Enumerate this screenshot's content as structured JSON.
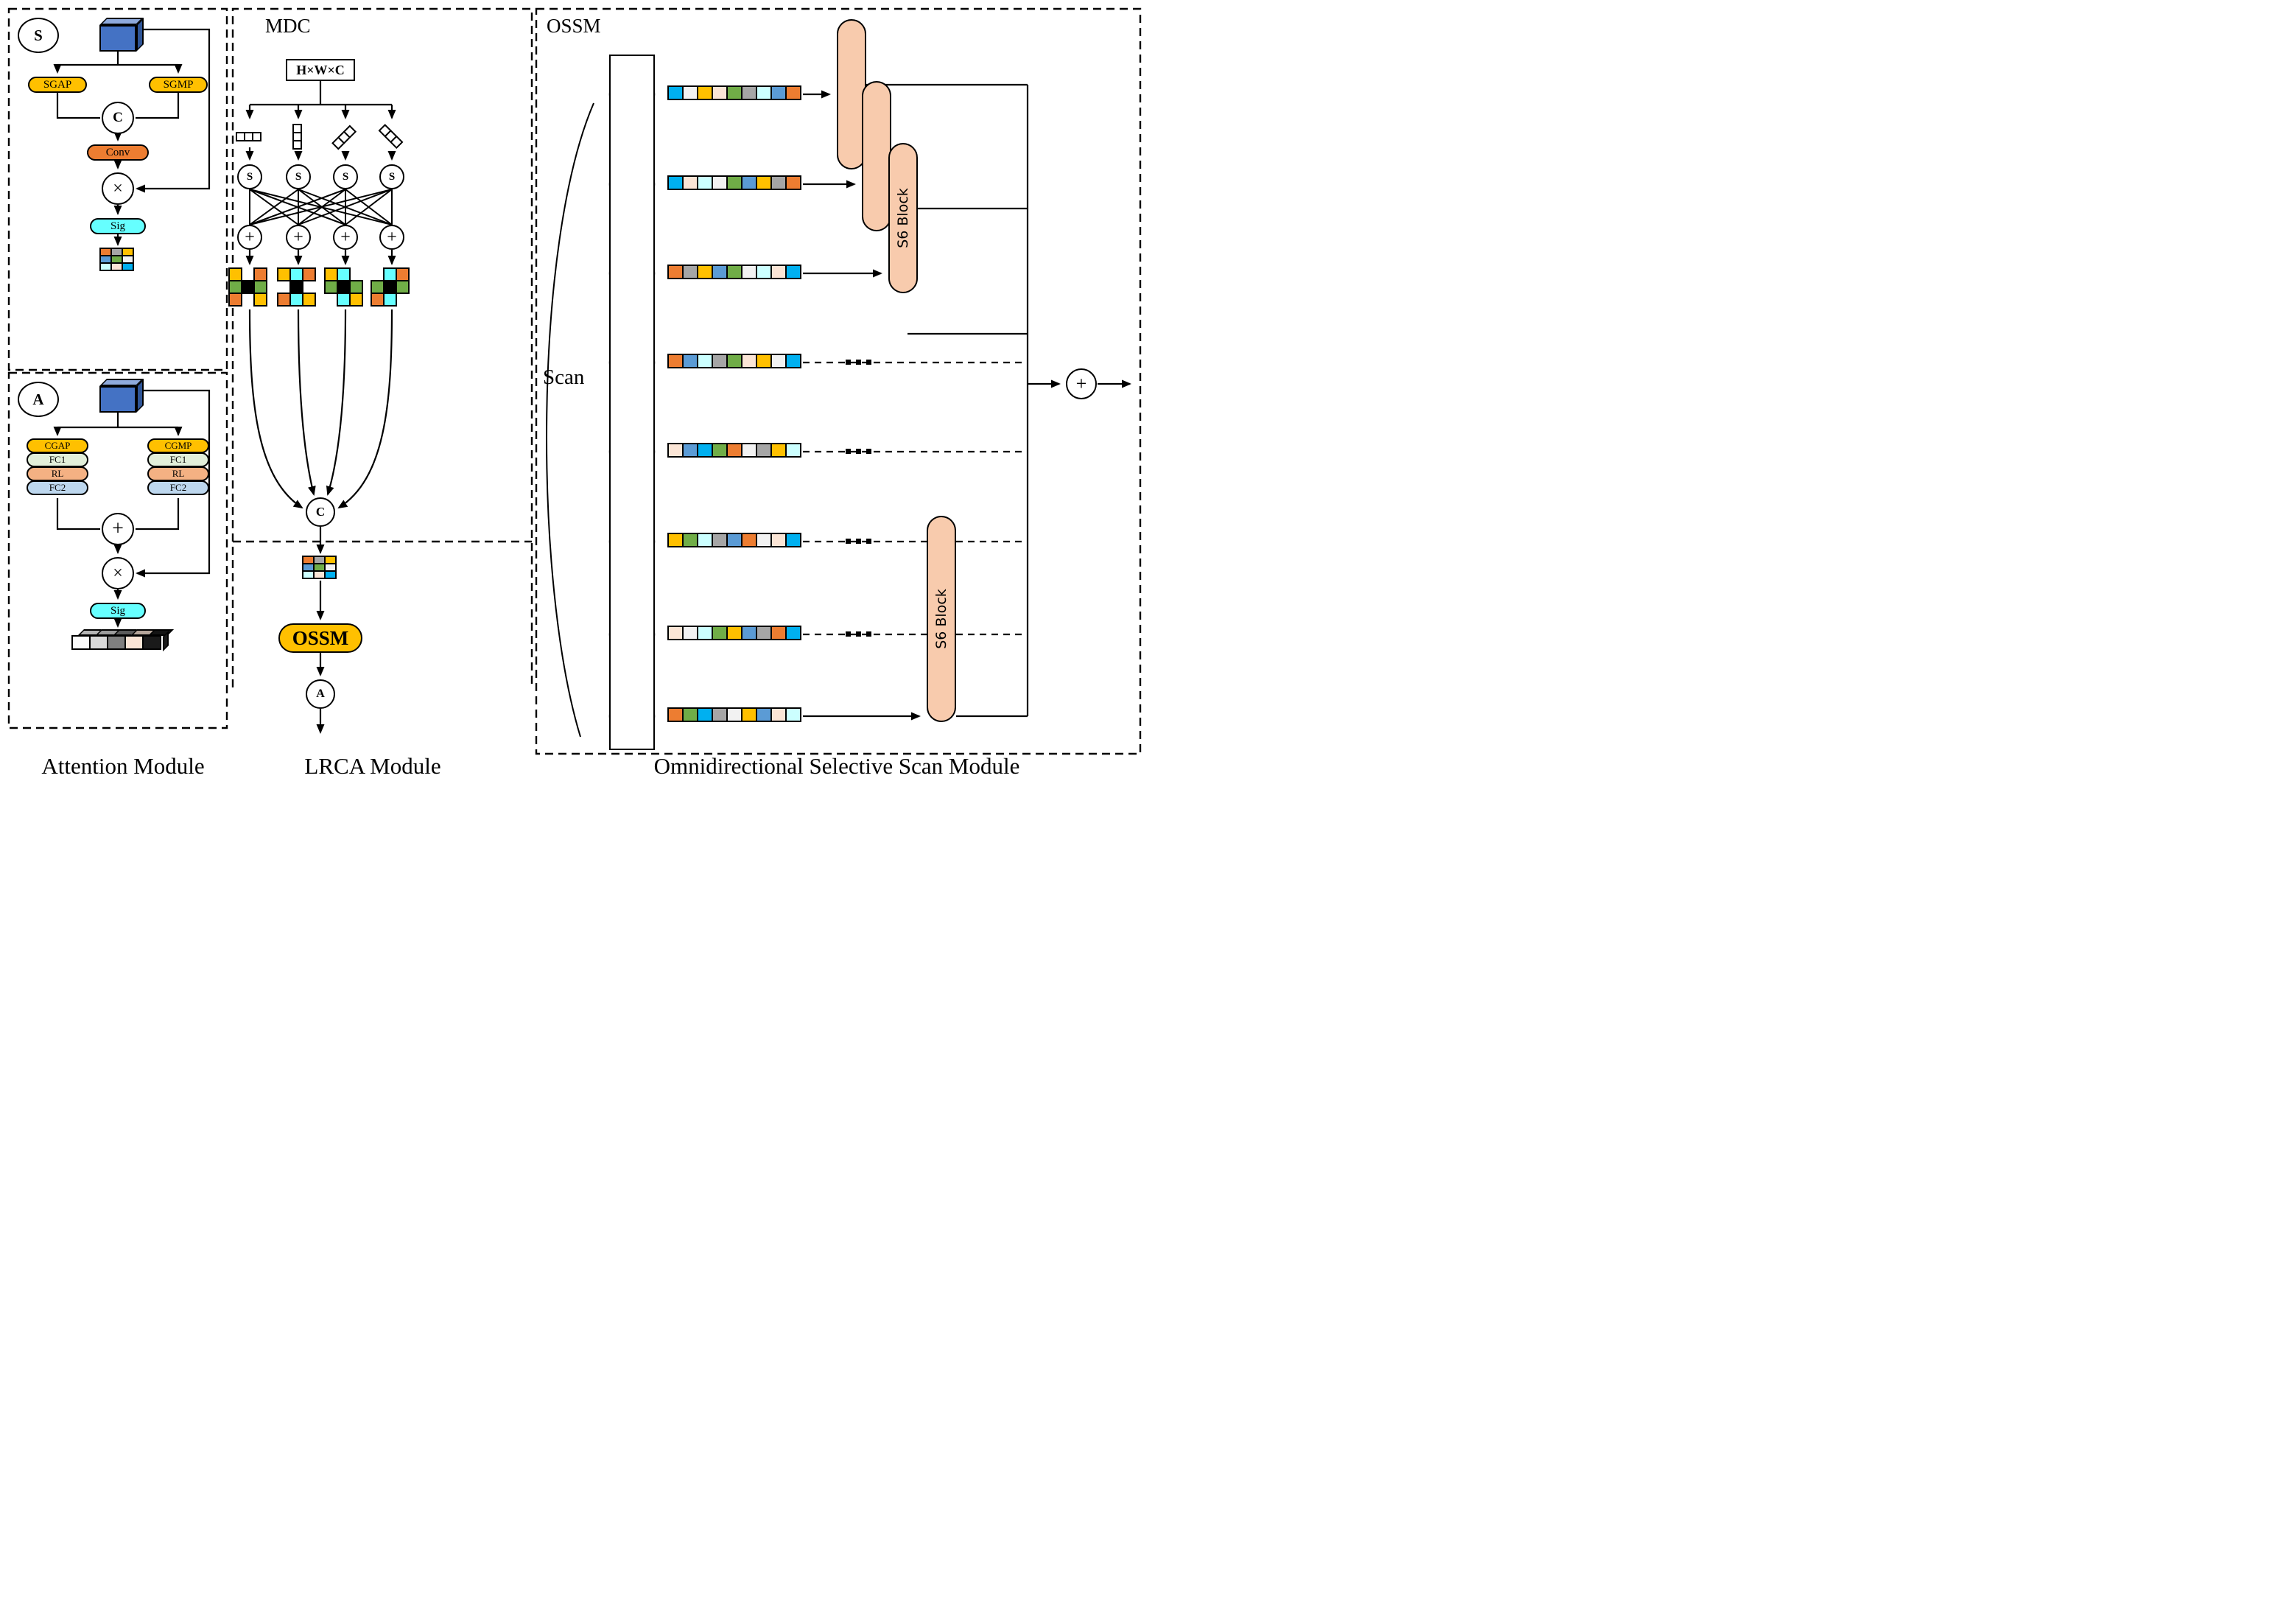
{
  "palette": {
    "orange": "#ED7D31",
    "amber": "#FFC000",
    "green": "#70AD47",
    "gray": "#A6A6A6",
    "mblue": "#5B9BD5",
    "bblue": "#00B0F0",
    "lcyan": "#CCFFFF",
    "cream": "#FBE5D6",
    "white": "#F2F2F2",
    "cellwhite": "#FFFFFF",
    "black": "#000000",
    "cyan": "#66FFFF",
    "lgreen": "#E2EFDA",
    "salmon": "#F4B183",
    "lblue": "#BDD7EE",
    "peach": "#F8CBAD",
    "cubefront": "#4472C4",
    "cubetop": "#8FAADC",
    "cubeside": "#2F5597",
    "nearwhite": "#FCFCFC",
    "lightgray": "#D9D9D9",
    "midgray": "#7F7F7F",
    "dark": "#1A1A1A"
  },
  "captions": {
    "attention": "Attention Module",
    "lrca": "LRCA Module",
    "ossm": "Omnidirectional Selective Scan Module"
  },
  "attention_s": {
    "tag": "S",
    "pool_left": "SGAP",
    "pool_right": "SGMP",
    "concat": "C",
    "conv": "Conv",
    "mult": "×",
    "sig": "Sig",
    "grid": [
      "orange",
      "gray",
      "amber",
      "mblue",
      "green",
      "white",
      "lcyan",
      "cream",
      "bblue"
    ]
  },
  "attention_a": {
    "tag": "A",
    "add": "+",
    "mult": "×",
    "sig": "Sig",
    "stack_left": [
      "CGAP",
      "FC1",
      "RL",
      "FC2"
    ],
    "stack_right": [
      "CGMP",
      "FC1",
      "RL",
      "FC2"
    ],
    "bar": [
      "nearwhite",
      "lightgray",
      "midgray",
      "cream",
      "dark"
    ]
  },
  "mdc": {
    "label": "MDC",
    "input_dims": "H×W×C",
    "split": "S",
    "add": "+",
    "strip": [
      "cellwhite",
      "cellwhite",
      "cellwhite"
    ],
    "kernels": [
      [
        "amber",
        null,
        "orange",
        "green",
        "black",
        "green",
        "orange",
        null,
        "amber"
      ],
      [
        "amber",
        "cyan",
        "orange",
        null,
        "black",
        null,
        "orange",
        "cyan",
        "amber"
      ],
      [
        "amber",
        "cyan",
        null,
        "green",
        "black",
        "green",
        null,
        "cyan",
        "amber"
      ],
      [
        null,
        "cyan",
        "orange",
        "green",
        "black",
        "green",
        "orange",
        "cyan",
        null
      ]
    ],
    "concat": "C"
  },
  "lrca": {
    "grid": [
      "orange",
      "gray",
      "amber",
      "mblue",
      "green",
      "white",
      "lcyan",
      "cream",
      "bblue"
    ],
    "ossm_pill": "OSSM",
    "attn_tag": "A"
  },
  "ossm": {
    "label": "OSSM",
    "scan_label": "Scan",
    "s6_label": "S6 Block",
    "plus": "+",
    "rows": [
      {
        "direction": "up",
        "cells": [
          "bblue",
          "white",
          "amber",
          "cream",
          "green",
          "gray",
          "lcyan",
          "mblue",
          "orange"
        ]
      },
      {
        "direction": "left",
        "cells": [
          "bblue",
          "cream",
          "lcyan",
          "white",
          "green",
          "mblue",
          "amber",
          "gray",
          "orange"
        ]
      },
      {
        "direction": "right",
        "cells": [
          "orange",
          "gray",
          "amber",
          "mblue",
          "green",
          "white",
          "lcyan",
          "cream",
          "bblue"
        ]
      },
      {
        "direction": "down",
        "cells": [
          "orange",
          "mblue",
          "lcyan",
          "gray",
          "green",
          "cream",
          "amber",
          "white",
          "bblue"
        ]
      },
      {
        "direction": "up-left",
        "cells": [
          "cream",
          "mblue",
          "bblue",
          "green",
          "orange",
          "white",
          "gray",
          "amber",
          "lcyan"
        ]
      },
      {
        "direction": "down-left",
        "cells": [
          "amber",
          "green",
          "lcyan",
          "gray",
          "mblue",
          "orange",
          "white",
          "cream",
          "bblue"
        ]
      },
      {
        "direction": "up-right",
        "cells": [
          "cream",
          "white",
          "lcyan",
          "green",
          "amber",
          "mblue",
          "gray",
          "orange",
          "bblue"
        ]
      },
      {
        "direction": "down-right",
        "cells": [
          "orange",
          "green",
          "bblue",
          "gray",
          "white",
          "amber",
          "mblue",
          "cream",
          "lcyan"
        ]
      }
    ]
  }
}
